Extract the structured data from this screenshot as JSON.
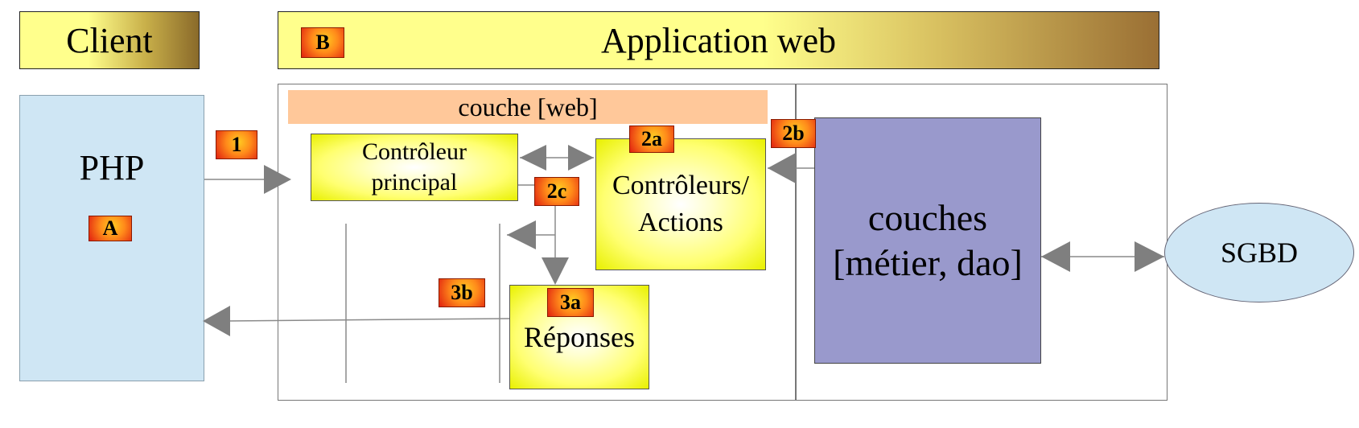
{
  "headers": {
    "client": "Client",
    "application": "Application web"
  },
  "client_box": {
    "label": "PHP"
  },
  "web_layer": {
    "label": "couche [web]"
  },
  "boxes": {
    "controleur_principal": [
      "Contrôleur",
      "principal"
    ],
    "controleurs_actions": [
      "Contrôleurs/",
      "Actions"
    ],
    "reponses": "Réponses",
    "metier_dao": [
      "couches",
      "[métier, dao]"
    ],
    "sgbd": "SGBD"
  },
  "badges": {
    "A": "A",
    "B": "B",
    "step1": "1",
    "step2a": "2a",
    "step2b": "2b",
    "step2c": "2c",
    "step3a": "3a",
    "step3b": "3b"
  },
  "colors": {
    "client_box": "#cfe6f4",
    "web_band": "#ffc89a",
    "metier_box": "#9999cc",
    "arrow": "#808080",
    "badge_center": "#ffcc22",
    "badge_edge": "#e02010"
  }
}
